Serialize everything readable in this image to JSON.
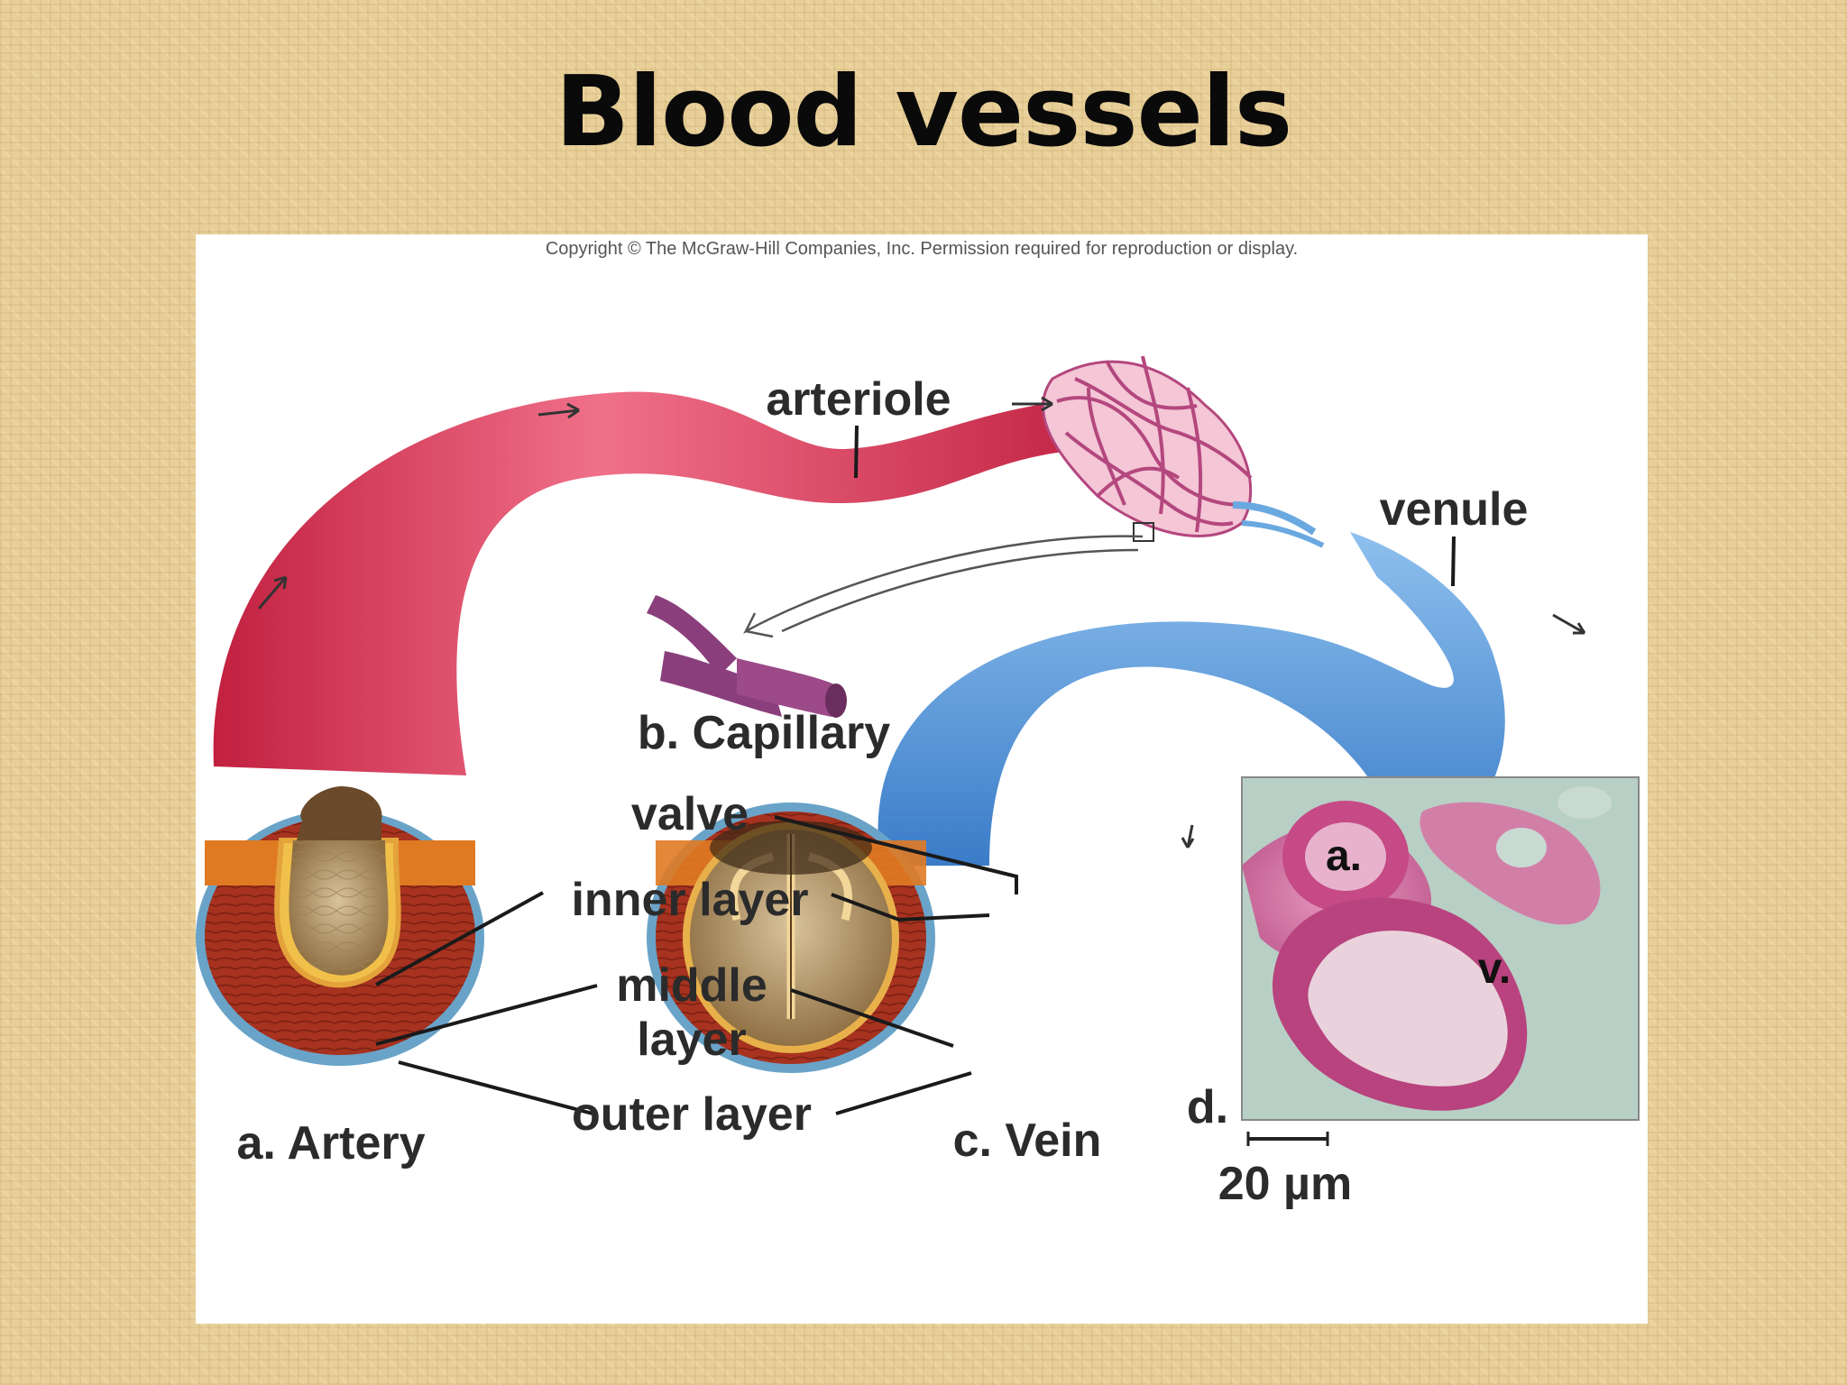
{
  "slide": {
    "title": "Blood vessels"
  },
  "figure": {
    "copyright": "Copyright © The McGraw-Hill Companies, Inc. Permission required for reproduction or display.",
    "labels": {
      "arteriole": "arteriole",
      "venule": "venule",
      "capillary": "b. Capillary",
      "valve": "valve",
      "inner_layer": "inner layer",
      "middle_layer_1": "middle",
      "middle_layer_2": "layer",
      "outer_layer": "outer layer",
      "artery": "a. Artery",
      "vein": "c. Vein",
      "micrograph": "d.",
      "micro_artery": "a.",
      "micro_vein": "v.",
      "scale_bar": "20 µm"
    },
    "colors": {
      "artery": "#d8324f",
      "vein": "#4a8fd6",
      "capillary": "#9c4a88",
      "middle_layer": "#a8301e",
      "inner_layer": "#e8a33a",
      "lumen": "#b79a6c",
      "stain": "#c8508c"
    }
  }
}
